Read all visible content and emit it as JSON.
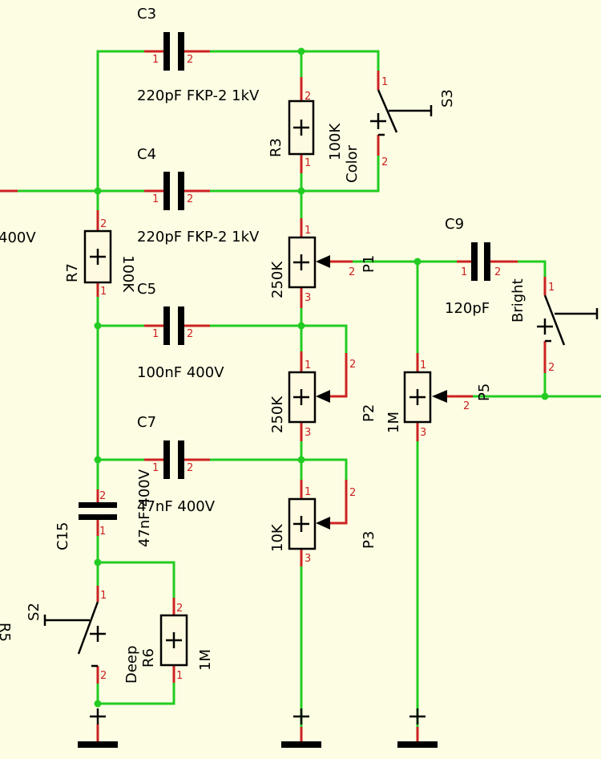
{
  "components": {
    "C3": {
      "ref": "C3",
      "value": "220pF FKP-2 1kV"
    },
    "C4": {
      "ref": "C4",
      "value": "220pF FKP-2 1kV"
    },
    "C5": {
      "ref": "C5",
      "value": "100nF 400V"
    },
    "C7": {
      "ref": "C7",
      "value": "47nF 400V"
    },
    "C9": {
      "ref": "C9",
      "value": "120pF"
    },
    "C15": {
      "ref": "C15",
      "value": "47nF 400V"
    },
    "R3": {
      "ref": "R3",
      "value": "100K",
      "note": "Color"
    },
    "R7": {
      "ref": "R7",
      "value": "100K"
    },
    "R6": {
      "ref": "R6",
      "value": "1M",
      "note": "Deep"
    },
    "P1": {
      "ref": "P1",
      "value": "250K"
    },
    "P2": {
      "ref": "P2",
      "value": "250K"
    },
    "P3": {
      "ref": "P3",
      "value": "10K"
    },
    "P5": {
      "ref": "P5",
      "value": "1M"
    },
    "S2": {
      "ref": "S2"
    },
    "S3": {
      "ref": "S3"
    },
    "bright": "Bright"
  },
  "edge_text": {
    "left_value": "400V",
    "left_ref": "R5"
  },
  "pins": {
    "one": "1",
    "two": "2",
    "three": "3"
  },
  "colors": {
    "wire": "#22cc22",
    "lead": "#cc2222",
    "background": "#fdfde3"
  }
}
